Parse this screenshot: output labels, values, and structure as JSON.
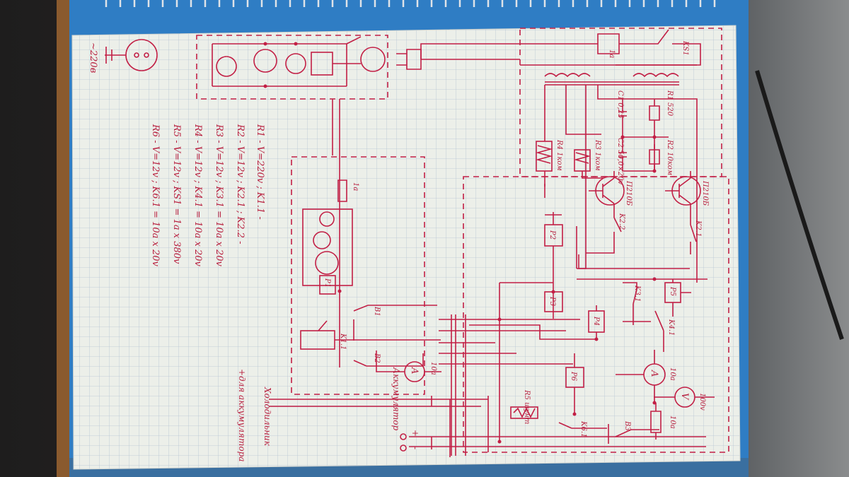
{
  "photo": {
    "kind": "photograph of a hand-drawn circuit schematic on a spiral notebook page, page rotated 90 degrees",
    "ink_color": "#c21f45",
    "paper_color": "#eef0ea",
    "grid_color": "#b9c7d3",
    "cover_color": "#2f7dc4",
    "background_color": "#3a3b3d"
  },
  "labels": {
    "mains": "~220в",
    "legend": [
      "R1 - V=220v ; K1.1 -",
      "R2 - V=12v ; K2.1 ; K2.2 -",
      "R3 - V=12v ; K3.1 = 10a x 20v",
      "R4 - V=12v ; K4.1 = 10a x 20v",
      "R5 - V=12v ; KS1 = 1a x 380v",
      "R6 - V=12v ; K6.1 = 10a x 20v"
    ],
    "fuse_top": "1а",
    "fuse_left": "1а",
    "fuse_right": "10а",
    "ks1": "KS1",
    "c1": "C1 0,25",
    "r1": "R1 520",
    "c2": "C2 50,0×20v",
    "r2": "R2 10ком",
    "r4": "R4 1ком",
    "r3": "R3 1ком",
    "t1": "П210Б",
    "t2": "П210Б",
    "k22": "K2.2",
    "k21": "K2.1",
    "p2": "Р2",
    "p3": "Р3",
    "p4": "Р4",
    "p5": "Р5",
    "p6": "Р6",
    "p1": "Р1",
    "k31": "K3.1",
    "k41": "K4.1",
    "k61": "K6.1",
    "k11": "K1.1",
    "b1": "B1",
    "b2": "B2",
    "b3": "B3",
    "ammeter": "A",
    "voltmeter": "V",
    "ammeter_left_range": "10а",
    "ammeter_right_range": "10а",
    "voltmeter_range": "100v",
    "shunt": "R5 шунт",
    "fridge": "Холодильник",
    "battery_plus": "+для аккумулятора",
    "battery": "Аккумулятор",
    "plus": "+",
    "minus": "-"
  }
}
